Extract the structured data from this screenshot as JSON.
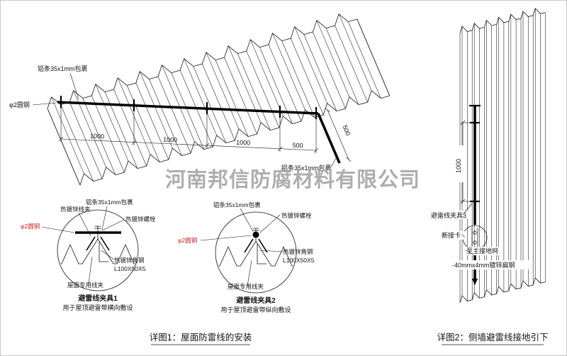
{
  "watermark": "河南邦信防腐材料有限公司",
  "roof": {
    "strip_label_top": "铝条35x1mm包裹",
    "strip_label_right": "铝条35x1mm包裹",
    "wire_label": "φ2圆钢",
    "dims": [
      "1000",
      "1000",
      "1000",
      "500"
    ],
    "dim_right": "500"
  },
  "detail1": {
    "strip": "铝条35x1mm包裹",
    "clamp": "热镀锌线夹",
    "bolt": "热镀锌螺栓",
    "wire": "φ2圆钢",
    "angle_line1": "热镀锌角钢",
    "angle_line2": "L100X50X5",
    "roof_clamp": "屋面专用线夹",
    "title": "避雷线夹具1",
    "subtitle": "用于屋顶避雷带横向敷设"
  },
  "detail2": {
    "strip": "铝条35x1mm包裹",
    "bolt": "热镀锌螺栓",
    "wire": "φ2圆钢",
    "angle_line1": "热镀锌角钢",
    "angle_line2": "L100X50X5",
    "roof_clamp": "屋面专用线夹",
    "title": "避雷线夹具2",
    "subtitle": "用于屋顶避雷带纵向敷设"
  },
  "wall": {
    "dim": "1000",
    "clamp3": "避雷线夹具3",
    "disconnect": "断接卡",
    "to_ground": "至主接地网",
    "flat_steel": "-40mmx4mm镀锌扁钢"
  },
  "captions": {
    "detail1": "详图1：屋面防雷线的安装",
    "detail2": "详图2：侧墙避雷线接地引下"
  },
  "colors": {
    "ink": "#141414",
    "red": "#cc2222",
    "watermark": "#9a9a9a"
  }
}
